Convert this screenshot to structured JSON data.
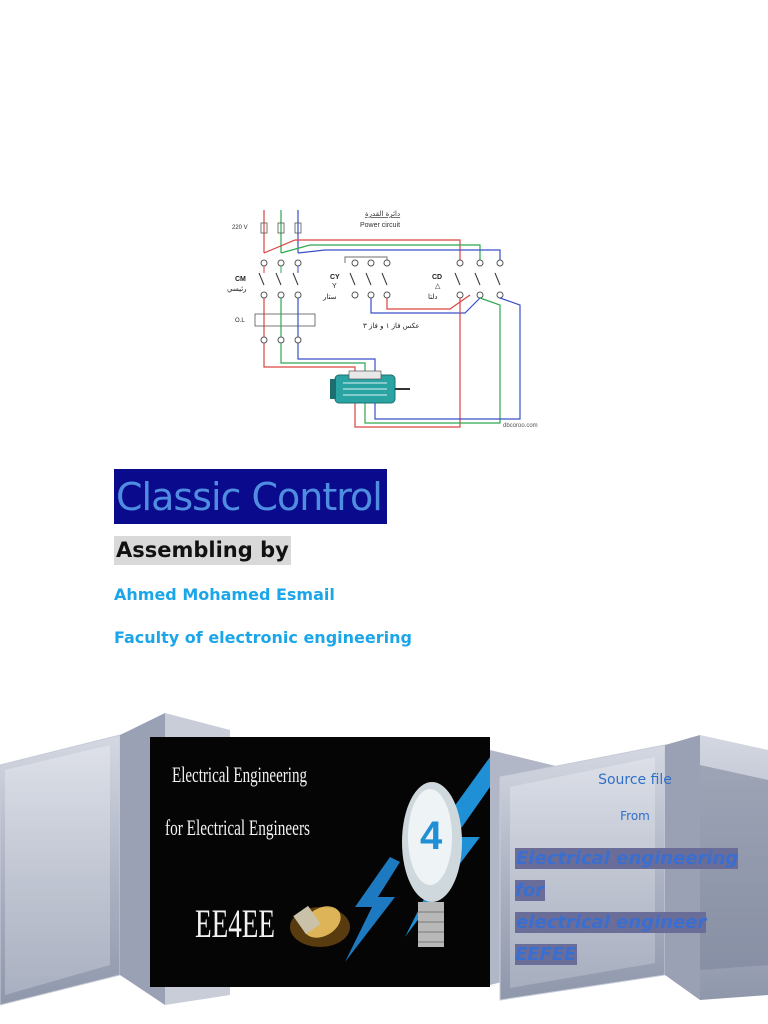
{
  "circuit": {
    "voltage_label": "220 V",
    "arabic_title": "دائرة القدرة",
    "power_circuit_label": "Power circuit",
    "cm_label": "CM",
    "cm_arabic": "رئيسي",
    "cy_label": "CY",
    "cy_symbol": "Y",
    "cy_arabic": "ستار",
    "cd_label": "CD",
    "cd_symbol": "△",
    "cd_arabic": "دلتا",
    "ol_label": "O.L",
    "reverse_label": "عكس فاز ١ و فاز ٣",
    "watermark": "dbcoroo.com",
    "colors": {
      "red": "#d9433f",
      "green": "#2fa84f",
      "blue": "#3a4fc8",
      "grey": "#8a8a8a",
      "teal": "#2a8a8a"
    }
  },
  "document": {
    "title": "Classic Control",
    "assembling": "Assembling by",
    "author": "Ahmed Mohamed Esmail",
    "faculty": "Faculty of electronic engineering"
  },
  "banner": {
    "image_line1": "Electrical Engineering",
    "image_line2": "for Electrical Engineers",
    "image_logo": "EE4EE",
    "source_label": "Source file",
    "from_label": "From",
    "site_line1": "Electrical engineering for",
    "site_line2": "electrical engineer EEFEE"
  }
}
